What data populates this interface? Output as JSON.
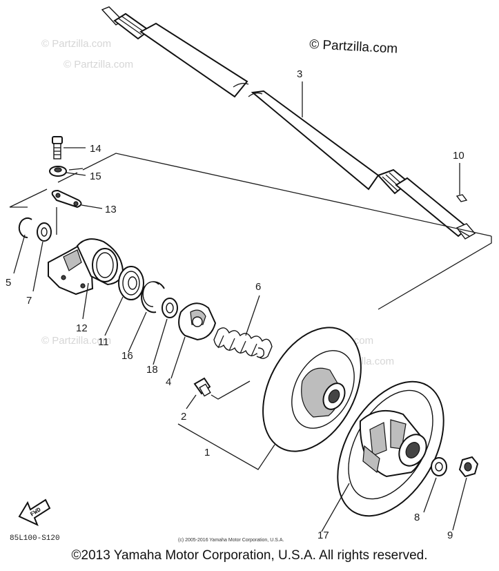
{
  "watermark_brand": "© Partzilla.com",
  "watermarks": [
    "© Partzilla.com",
    "© Partzilla.com",
    "© Partzilla.com",
    "© Partzilla.com",
    "© Partzilla.com"
  ],
  "part_labels": {
    "p1": "1",
    "p2": "2",
    "p3": "3",
    "p4": "4",
    "p5": "5",
    "p6": "6",
    "p7": "7",
    "p8": "8",
    "p9": "9",
    "p10": "10",
    "p11": "11",
    "p12": "12",
    "p13": "13",
    "p14": "14",
    "p15": "15",
    "p16": "16",
    "p17": "17",
    "p18": "18"
  },
  "fwd_label": "FWD",
  "diagram_code": "85L100-S120",
  "diagram_copyright": "(c) 2005-2016 Yamaha Motor Corporation, U.S.A.",
  "footer_copyright": "©2013 Yamaha Motor Corporation, U.S.A. All rights reserved."
}
